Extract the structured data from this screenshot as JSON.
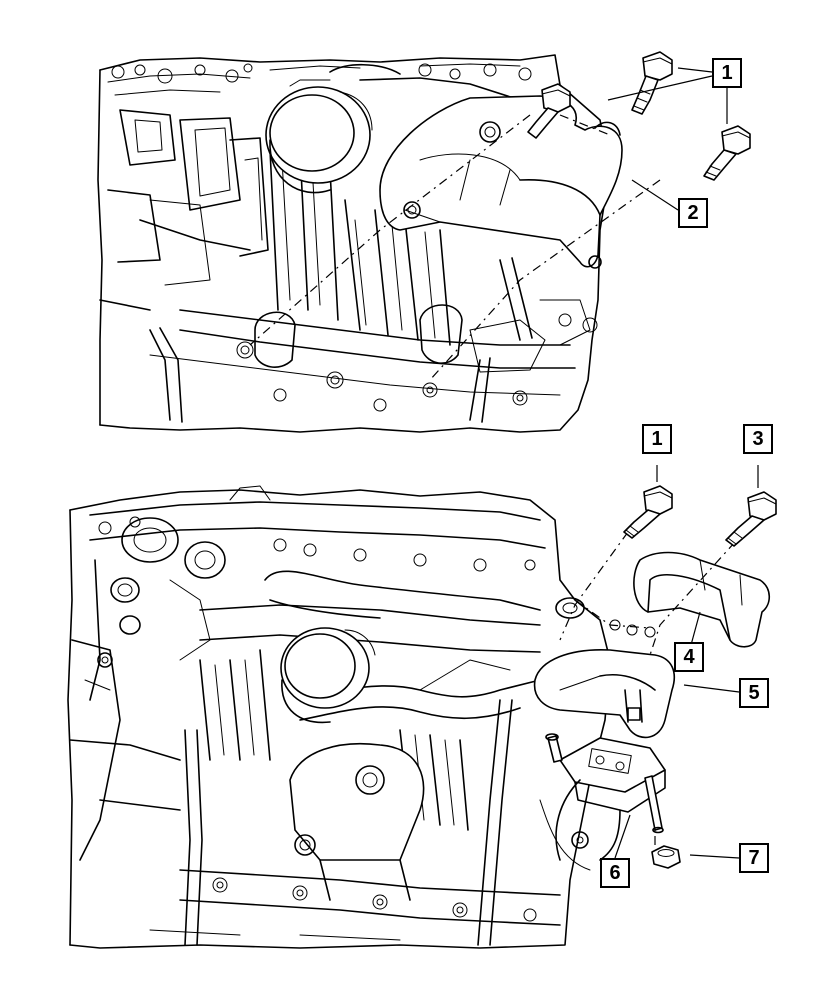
{
  "diagram": {
    "upper_view": {
      "callouts": [
        {
          "id": "upper-1",
          "label": "1"
        },
        {
          "id": "upper-2",
          "label": "2"
        }
      ]
    },
    "lower_view": {
      "callouts": [
        {
          "id": "lower-1",
          "label": "1"
        },
        {
          "id": "lower-3",
          "label": "3"
        },
        {
          "id": "lower-4",
          "label": "4"
        },
        {
          "id": "lower-5",
          "label": "5"
        },
        {
          "id": "lower-6",
          "label": "6"
        },
        {
          "id": "lower-7",
          "label": "7"
        }
      ]
    },
    "colors": {
      "line": "#000000",
      "background": "#ffffff"
    }
  }
}
